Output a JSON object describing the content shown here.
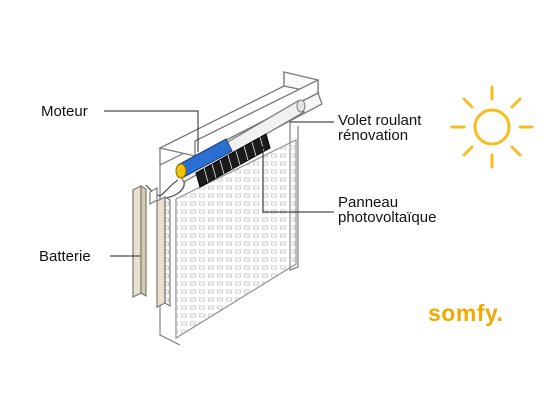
{
  "labels": {
    "motor": "Moteur",
    "battery": "Batterie",
    "shutter_line1": "Volet roulant",
    "shutter_line2": "rénovation",
    "panel_line1": "Panneau",
    "panel_line2": "photovoltaïque"
  },
  "brand": {
    "name": "somfy.",
    "color": "#f2a900"
  },
  "colors": {
    "motor": "#2a6fd1",
    "motor_cap": "#f3c200",
    "panel": "#1b1b1b",
    "sun": "#f5bd1f",
    "outline": "#7a7a7a"
  },
  "icons": [
    "sun-icon",
    "somfy-logo"
  ]
}
